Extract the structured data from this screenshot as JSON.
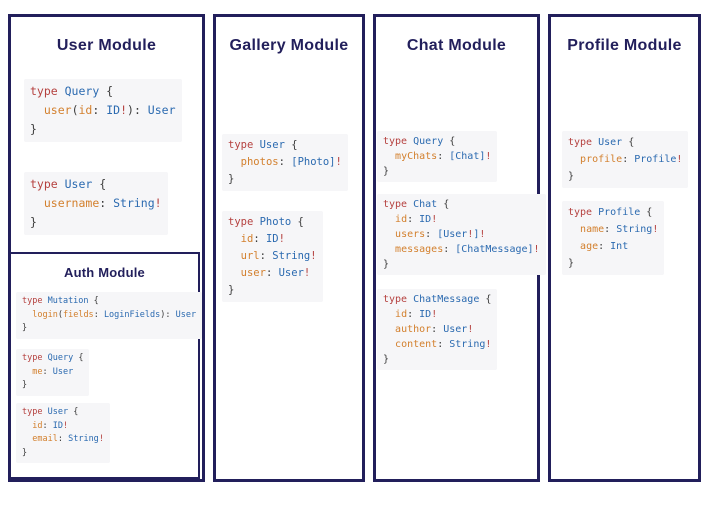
{
  "colors": {
    "panel_border": "#221f5b",
    "title_text": "#221f5b",
    "code_background": "#f6f6f8",
    "keyword_red": "#b5413f",
    "type_blue": "#2b6ab0",
    "field_orange": "#d3802e",
    "punctuation_dark": "#3c3c3c"
  },
  "modules": {
    "user": {
      "title": "User Module",
      "blocks": [
        [
          [
            [
              "kw",
              "type "
            ],
            [
              "typ",
              "Query "
            ],
            [
              "pun",
              "{"
            ]
          ],
          [
            [
              "pun",
              "  "
            ],
            [
              "fld",
              "user"
            ],
            [
              "pun",
              "("
            ],
            [
              "fld",
              "id"
            ],
            [
              "pun",
              ": "
            ],
            [
              "typ",
              "ID"
            ],
            [
              "kw",
              "!"
            ],
            [
              "pun",
              "): "
            ],
            [
              "typ",
              "User"
            ]
          ],
          [
            [
              "pun",
              "}"
            ]
          ]
        ],
        [
          [
            [
              "kw",
              "type "
            ],
            [
              "typ",
              "User "
            ],
            [
              "pun",
              "{"
            ]
          ],
          [
            [
              "pun",
              "  "
            ],
            [
              "fld",
              "username"
            ],
            [
              "pun",
              ": "
            ],
            [
              "typ",
              "String"
            ],
            [
              "kw",
              "!"
            ]
          ],
          [
            [
              "pun",
              "}"
            ]
          ]
        ]
      ]
    },
    "auth": {
      "title": "Auth Module",
      "blocks": [
        [
          [
            [
              "kw",
              "type "
            ],
            [
              "typ",
              "Mutation "
            ],
            [
              "pun",
              "{"
            ]
          ],
          [
            [
              "pun",
              "  "
            ],
            [
              "fld",
              "login"
            ],
            [
              "pun",
              "("
            ],
            [
              "fld",
              "fields"
            ],
            [
              "pun",
              ": "
            ],
            [
              "typ",
              "LoginFields"
            ],
            [
              "pun",
              "): "
            ],
            [
              "typ",
              "User"
            ]
          ],
          [
            [
              "pun",
              "}"
            ]
          ]
        ],
        [
          [
            [
              "kw",
              "type "
            ],
            [
              "typ",
              "Query "
            ],
            [
              "pun",
              "{"
            ]
          ],
          [
            [
              "pun",
              "  "
            ],
            [
              "fld",
              "me"
            ],
            [
              "pun",
              ": "
            ],
            [
              "typ",
              "User"
            ]
          ],
          [
            [
              "pun",
              "}"
            ]
          ]
        ],
        [
          [
            [
              "kw",
              "type "
            ],
            [
              "typ",
              "User "
            ],
            [
              "pun",
              "{"
            ]
          ],
          [
            [
              "pun",
              "  "
            ],
            [
              "fld",
              "id"
            ],
            [
              "pun",
              ": "
            ],
            [
              "typ",
              "ID"
            ],
            [
              "kw",
              "!"
            ]
          ],
          [
            [
              "pun",
              "  "
            ],
            [
              "fld",
              "email"
            ],
            [
              "pun",
              ": "
            ],
            [
              "typ",
              "String"
            ],
            [
              "kw",
              "!"
            ]
          ],
          [
            [
              "pun",
              "}"
            ]
          ]
        ]
      ]
    },
    "gallery": {
      "title": "Gallery Module",
      "blocks": [
        [
          [
            [
              "kw",
              "type "
            ],
            [
              "typ",
              "User "
            ],
            [
              "pun",
              "{"
            ]
          ],
          [
            [
              "pun",
              "  "
            ],
            [
              "fld",
              "photos"
            ],
            [
              "pun",
              ": "
            ],
            [
              "typ",
              "[Photo]"
            ],
            [
              "kw",
              "!"
            ]
          ],
          [
            [
              "pun",
              "}"
            ]
          ]
        ],
        [
          [
            [
              "kw",
              "type "
            ],
            [
              "typ",
              "Photo "
            ],
            [
              "pun",
              "{"
            ]
          ],
          [
            [
              "pun",
              "  "
            ],
            [
              "fld",
              "id"
            ],
            [
              "pun",
              ": "
            ],
            [
              "typ",
              "ID"
            ],
            [
              "kw",
              "!"
            ]
          ],
          [
            [
              "pun",
              "  "
            ],
            [
              "fld",
              "url"
            ],
            [
              "pun",
              ": "
            ],
            [
              "typ",
              "String"
            ],
            [
              "kw",
              "!"
            ]
          ],
          [
            [
              "pun",
              "  "
            ],
            [
              "fld",
              "user"
            ],
            [
              "pun",
              ": "
            ],
            [
              "typ",
              "User"
            ],
            [
              "kw",
              "!"
            ]
          ],
          [
            [
              "pun",
              "}"
            ]
          ]
        ]
      ]
    },
    "chat": {
      "title": "Chat Module",
      "blocks": [
        [
          [
            [
              "kw",
              "type "
            ],
            [
              "typ",
              "Query "
            ],
            [
              "pun",
              "{"
            ]
          ],
          [
            [
              "pun",
              "  "
            ],
            [
              "fld",
              "myChats"
            ],
            [
              "pun",
              ": "
            ],
            [
              "typ",
              "[Chat]"
            ],
            [
              "kw",
              "!"
            ]
          ],
          [
            [
              "pun",
              "}"
            ]
          ]
        ],
        [
          [
            [
              "kw",
              "type "
            ],
            [
              "typ",
              "Chat "
            ],
            [
              "pun",
              "{"
            ]
          ],
          [
            [
              "pun",
              "  "
            ],
            [
              "fld",
              "id"
            ],
            [
              "pun",
              ": "
            ],
            [
              "typ",
              "ID"
            ],
            [
              "kw",
              "!"
            ]
          ],
          [
            [
              "pun",
              "  "
            ],
            [
              "fld",
              "users"
            ],
            [
              "pun",
              ": "
            ],
            [
              "typ",
              "[User"
            ],
            [
              "kw",
              "!"
            ],
            [
              "typ",
              "]"
            ],
            [
              "kw",
              "!"
            ]
          ],
          [
            [
              "pun",
              "  "
            ],
            [
              "fld",
              "messages"
            ],
            [
              "pun",
              ": "
            ],
            [
              "typ",
              "[ChatMessage]"
            ],
            [
              "kw",
              "!"
            ]
          ],
          [
            [
              "pun",
              "}"
            ]
          ]
        ],
        [
          [
            [
              "kw",
              "type "
            ],
            [
              "typ",
              "ChatMessage "
            ],
            [
              "pun",
              "{"
            ]
          ],
          [
            [
              "pun",
              "  "
            ],
            [
              "fld",
              "id"
            ],
            [
              "pun",
              ": "
            ],
            [
              "typ",
              "ID"
            ],
            [
              "kw",
              "!"
            ]
          ],
          [
            [
              "pun",
              "  "
            ],
            [
              "fld",
              "author"
            ],
            [
              "pun",
              ": "
            ],
            [
              "typ",
              "User"
            ],
            [
              "kw",
              "!"
            ]
          ],
          [
            [
              "pun",
              "  "
            ],
            [
              "fld",
              "content"
            ],
            [
              "pun",
              ": "
            ],
            [
              "typ",
              "String"
            ],
            [
              "kw",
              "!"
            ]
          ],
          [
            [
              "pun",
              "}"
            ]
          ]
        ]
      ]
    },
    "profile": {
      "title": "Profile Module",
      "blocks": [
        [
          [
            [
              "kw",
              "type "
            ],
            [
              "typ",
              "User "
            ],
            [
              "pun",
              "{"
            ]
          ],
          [
            [
              "pun",
              "  "
            ],
            [
              "fld",
              "profile"
            ],
            [
              "pun",
              ": "
            ],
            [
              "typ",
              "Profile"
            ],
            [
              "kw",
              "!"
            ]
          ],
          [
            [
              "pun",
              "}"
            ]
          ]
        ],
        [
          [
            [
              "kw",
              "type "
            ],
            [
              "typ",
              "Profile "
            ],
            [
              "pun",
              "{"
            ]
          ],
          [
            [
              "pun",
              "  "
            ],
            [
              "fld",
              "name"
            ],
            [
              "pun",
              ": "
            ],
            [
              "typ",
              "String"
            ],
            [
              "kw",
              "!"
            ]
          ],
          [
            [
              "pun",
              "  "
            ],
            [
              "fld",
              "age"
            ],
            [
              "pun",
              ": "
            ],
            [
              "typ",
              "Int"
            ]
          ],
          [
            [
              "pun",
              "}"
            ]
          ]
        ]
      ]
    }
  }
}
